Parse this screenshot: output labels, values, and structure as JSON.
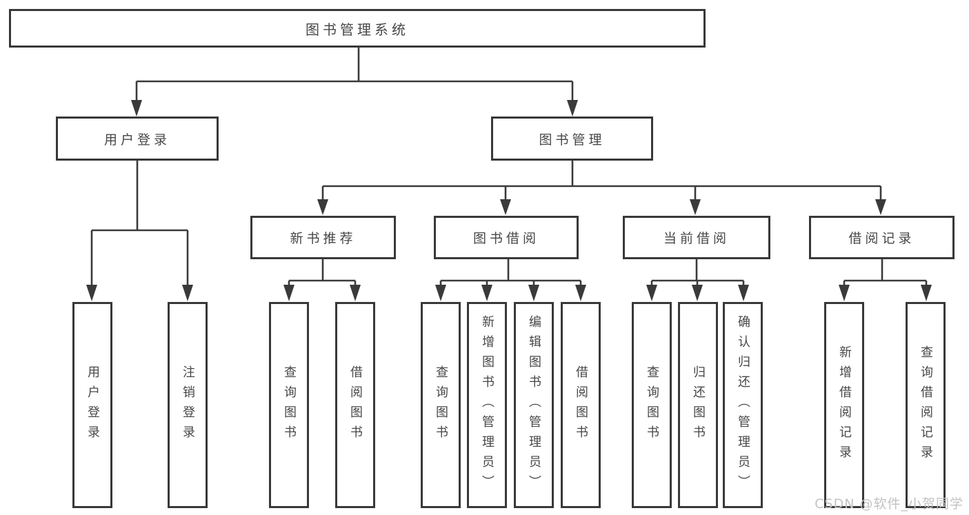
{
  "diagram": {
    "root": "图书管理系统",
    "level2": {
      "user_login": "用户登录",
      "book_mgmt": "图书管理"
    },
    "level3": {
      "new_books": "新书推荐",
      "borrowing": "图书借阅",
      "current": "当前借阅",
      "records": "借阅记录"
    },
    "leaves": {
      "login": "用户登录",
      "logout": "注销登录",
      "nb_query": "查询图书",
      "nb_borrow": "借阅图书",
      "bb_query": "查询图书",
      "bb_add": "新增图书（管理员）",
      "bb_edit": "编辑图书（管理员）",
      "bb_borrow": "借阅图书",
      "cb_query": "查询图书",
      "cb_return": "归还图书",
      "cb_confirm": "确认归还（管理员）",
      "br_add": "新增借阅记录",
      "br_query": "查询借阅记录"
    }
  },
  "watermark": "CSDN @软件_小贺同学",
  "colors": {
    "line": "#3a3a3a",
    "box_border": "#383838",
    "box_bg": "#ffffff",
    "text": "#474747",
    "watermark": "#c2c2c2"
  }
}
